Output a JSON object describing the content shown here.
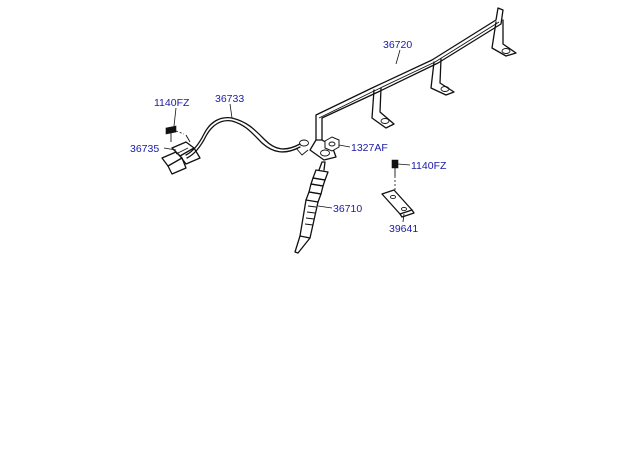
{
  "labels": {
    "p36720": "36720",
    "p1140FZ_left": "1140FZ",
    "p36733": "36733",
    "p36735": "36735",
    "p1327AF": "1327AF",
    "p1140FZ_right": "1140FZ",
    "p36710": "36710",
    "p39641": "39641"
  },
  "colors": {
    "callout_text": "#1a1aa8",
    "line": "#111111"
  }
}
